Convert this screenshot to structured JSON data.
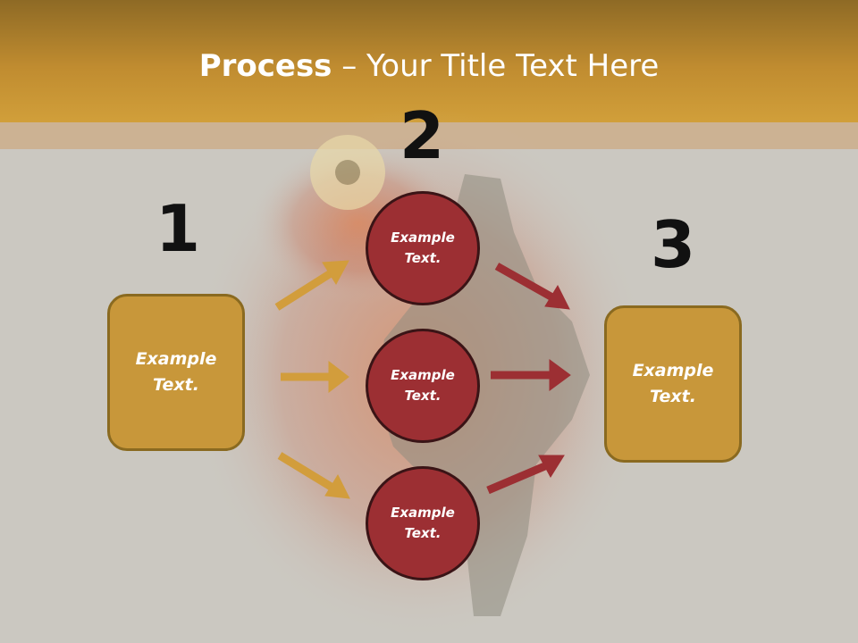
{
  "title": {
    "bold": "Process",
    "rest": " – Your Title Text Here"
  },
  "steps": [
    {
      "number": "1",
      "text": "Example Text."
    },
    {
      "number": "2",
      "items": [
        "Example Text.",
        "Example Text.",
        "Example Text."
      ]
    },
    {
      "number": "3",
      "text": "Example Text."
    }
  ],
  "colors": {
    "box_fill": "#c8973a",
    "circle_fill": "#9c2f33",
    "arrow_gold": "#d29d3c",
    "arrow_red": "#9c2f33",
    "header": "#c08c30"
  }
}
